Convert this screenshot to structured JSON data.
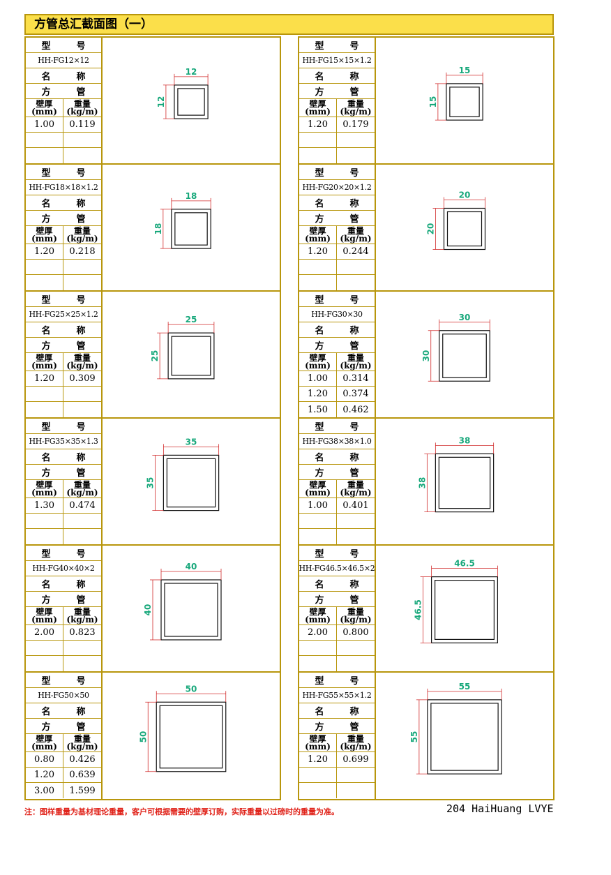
{
  "page_title": "方管总汇截面图（一）",
  "labels": {
    "model": "型　号",
    "name": "名　称",
    "name_value": "方　管",
    "thickness": "壁厚",
    "thickness_unit": "(mm)",
    "weight": "重量",
    "weight_unit": "(kg/m)"
  },
  "columns": [
    [
      {
        "model": "HH-FG12×12",
        "dim": "12",
        "size": 12,
        "rows": [
          [
            "1.00",
            "0.119"
          ]
        ]
      },
      {
        "model": "HH-FG18×18×1.2",
        "dim": "18",
        "size": 18,
        "rows": [
          [
            "1.20",
            "0.218"
          ]
        ]
      },
      {
        "model": "HH-FG25×25×1.2",
        "dim": "25",
        "size": 25,
        "rows": [
          [
            "1.20",
            "0.309"
          ]
        ]
      },
      {
        "model": "HH-FG35×35×1.3",
        "dim": "35",
        "size": 35,
        "rows": [
          [
            "1.30",
            "0.474"
          ]
        ]
      },
      {
        "model": "HH-FG40×40×2",
        "dim": "40",
        "size": 40,
        "rows": [
          [
            "2.00",
            "0.823"
          ]
        ]
      },
      {
        "model": "HH-FG50×50",
        "dim": "50",
        "size": 50,
        "rows": [
          [
            "0.80",
            "0.426"
          ],
          [
            "1.20",
            "0.639"
          ],
          [
            "3.00",
            "1.599"
          ]
        ]
      }
    ],
    [
      {
        "model": "HH-FG15×15×1.2",
        "dim": "15",
        "size": 15,
        "rows": [
          [
            "1.20",
            "0.179"
          ]
        ]
      },
      {
        "model": "HH-FG20×20×1.2",
        "dim": "20",
        "size": 20,
        "rows": [
          [
            "1.20",
            "0.244"
          ]
        ]
      },
      {
        "model": "HH-FG30×30",
        "dim": "30",
        "size": 30,
        "rows": [
          [
            "1.00",
            "0.314"
          ],
          [
            "1.20",
            "0.374"
          ],
          [
            "1.50",
            "0.462"
          ]
        ]
      },
      {
        "model": "HH-FG38×38×1.0",
        "dim": "38",
        "size": 38,
        "rows": [
          [
            "1.00",
            "0.401"
          ]
        ]
      },
      {
        "model": "HH-FG46.5×46.5×2",
        "dim": "46.5",
        "size": 46.5,
        "rows": [
          [
            "2.00",
            "0.800"
          ]
        ]
      },
      {
        "model": "HH-FG55×55×1.2",
        "dim": "55",
        "size": 55,
        "rows": [
          [
            "1.20",
            "0.699"
          ]
        ]
      }
    ]
  ],
  "footer": {
    "note": "注：图样重量为基材理论重量，客户可根据需要的壁厚订购，实际重量以过磅时的重量为准。",
    "page": "204 HaiHuang LVYE"
  },
  "colors": {
    "border": "#b8960c",
    "header_bg": "#fbdf4a",
    "dimension": "#18a87b",
    "dim_line": "#d12b2b"
  }
}
